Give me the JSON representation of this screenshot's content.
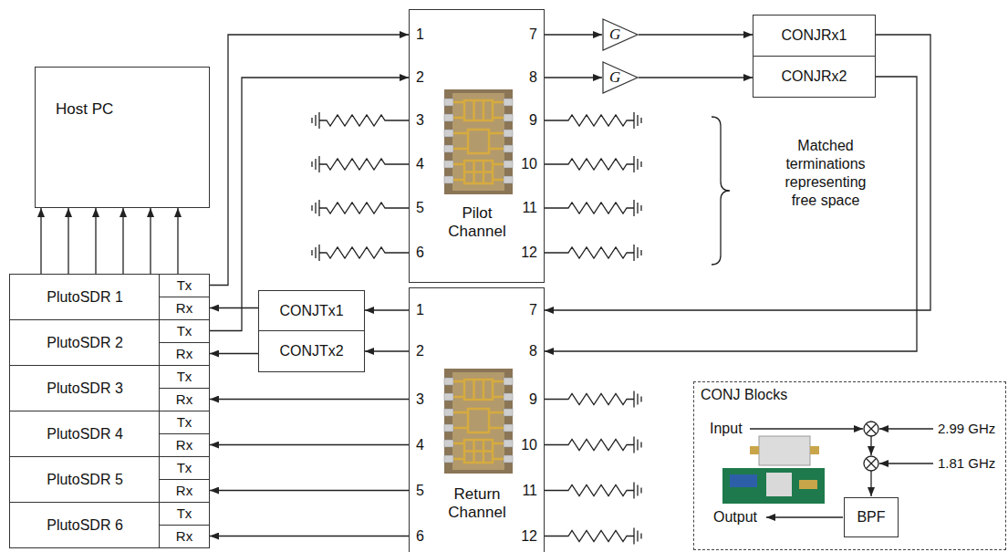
{
  "diagram": {
    "nodes": [
      {
        "text": [
          "Host PC"
        ]
      },
      {
        "text": [
          "Pilot Channel"
        ]
      },
      {
        "text": [
          "G"
        ]
      },
      {
        "text": [
          "G"
        ]
      },
      {
        "text": [
          "CONJRx1"
        ]
      },
      {
        "text": [
          "CONJRx2"
        ]
      },
      {
        "text": [
          "PlutoSDR 1"
        ]
      },
      {
        "text": [
          "Tx"
        ],
        "in": 6
      },
      {
        "text": [
          "Rx"
        ],
        "in": 6
      },
      {
        "text": [
          "PlutoSDR 2"
        ]
      },
      {
        "text": [
          "Tx"
        ],
        "in": 9
      },
      {
        "text": [
          "Rx"
        ],
        "in": 9
      },
      {
        "text": [
          "PlutoSDR 3"
        ]
      },
      {
        "text": [
          "Tx"
        ],
        "in": 12
      },
      {
        "text": [
          "Rx"
        ],
        "in": 12
      },
      {
        "text": [
          "PlutoSDR 4"
        ]
      },
      {
        "text": [
          "Tx"
        ],
        "in": 15
      },
      {
        "text": [
          "Rx"
        ],
        "in": 15
      },
      {
        "text": [
          "PlutoSDR 5"
        ]
      },
      {
        "text": [
          "Tx"
        ],
        "in": 18
      },
      {
        "text": [
          "Rx"
        ],
        "in": 18
      },
      {
        "text": [
          "PlutoSDR 6"
        ]
      },
      {
        "text": [
          "Tx"
        ],
        "in": 21
      },
      {
        "text": [
          "Rx"
        ],
        "in": 21
      },
      {
        "text": [
          "CONJTx1"
        ]
      },
      {
        "text": [
          "CONJTx2"
        ]
      },
      {
        "text": [
          "Return Channel"
        ]
      },
      {
        "text": [
          "CONJ Blocks"
        ]
      },
      {
        "text": [
          "BPF"
        ],
        "in": 27
      }
    ],
    "edges": [
      {
        "from": 6,
        "to": 0,
        "arrow": "to"
      },
      {
        "from": 9,
        "to": 0,
        "arrow": "to"
      },
      {
        "from": 12,
        "to": 0,
        "arrow": "to"
      },
      {
        "from": 15,
        "to": 0,
        "arrow": "to"
      },
      {
        "from": 18,
        "to": 0,
        "arrow": "to"
      },
      {
        "from": 21,
        "to": 0,
        "arrow": "to"
      },
      {
        "from": 7,
        "to": 1,
        "arrow": "to"
      },
      {
        "from": 10,
        "to": 1,
        "arrow": "to"
      },
      {
        "from": 1,
        "to": 2,
        "arrow": "to"
      },
      {
        "from": 1,
        "to": 3,
        "arrow": "to"
      },
      {
        "from": 2,
        "to": 4,
        "arrow": "to"
      },
      {
        "from": 3,
        "to": 5,
        "arrow": "to"
      },
      {
        "from": 4,
        "to": 26,
        "arrow": "to"
      },
      {
        "from": 5,
        "to": 26,
        "arrow": "to"
      },
      {
        "from": 26,
        "to": 24,
        "arrow": "to"
      },
      {
        "from": 26,
        "to": 25,
        "arrow": "to"
      },
      {
        "from": 24,
        "to": 8,
        "arrow": "to"
      },
      {
        "from": 25,
        "to": 11,
        "arrow": "to"
      },
      {
        "from": 26,
        "to": 14,
        "arrow": "to"
      },
      {
        "from": 26,
        "to": 17,
        "arrow": "to"
      },
      {
        "from": 26,
        "to": 20,
        "arrow": "to"
      },
      {
        "from": 26,
        "to": 23,
        "arrow": "to"
      }
    ],
    "labels": [
      "1",
      "2",
      "3",
      "4",
      "5",
      "6",
      "7",
      "8",
      "9",
      "10",
      "11",
      "12",
      "1",
      "2",
      "3",
      "4",
      "5",
      "6",
      "7",
      "8",
      "9",
      "10",
      "11",
      "12",
      "Matched terminations representing free space",
      "Input",
      "2.99 GHz",
      "1.81 GHz",
      "Output"
    ]
  }
}
